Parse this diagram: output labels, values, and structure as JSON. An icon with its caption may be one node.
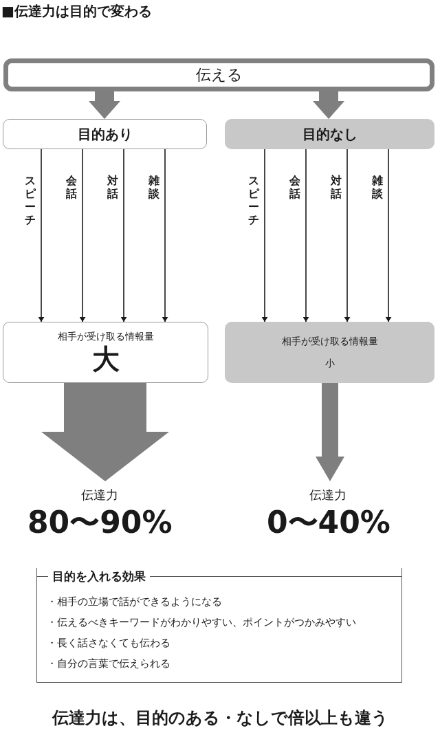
{
  "diagram": {
    "title": "■伝達力は目的で変わる",
    "caption": "伝達力は、目的のある・なしで倍以上も違う",
    "nodes": [
      {
        "text": [
          "伝える"
        ]
      },
      {
        "text": [
          "目的あり"
        ]
      },
      {
        "text": [
          "目的なし"
        ]
      },
      {
        "text": [
          "相手が受け取る情報量",
          "大"
        ]
      },
      {
        "text": [
          "相手が受け取る情報量",
          "小"
        ]
      },
      {
        "text": [
          "伝達力",
          "80〜90%"
        ]
      },
      {
        "text": [
          "伝達力",
          "0〜40%"
        ]
      },
      {
        "text": [
          "目的を入れる効果",
          "・相手の立場で話ができるようになる",
          "・伝えるべきキーワードがわかりやすい、ポイントがつかみやすい",
          "・長く話さなくても伝わる",
          "・自分の言葉で伝えられる"
        ]
      }
    ],
    "edges": [
      {
        "from": 0,
        "to": 1,
        "arrow": "to",
        "style": "thick",
        "color": "#7f7f7f"
      },
      {
        "from": 0,
        "to": 2,
        "arrow": "to",
        "style": "thick",
        "color": "#7f7f7f"
      },
      {
        "from": 1,
        "to": 3,
        "arrow": "to",
        "label": "スピーチ"
      },
      {
        "from": 1,
        "to": 3,
        "arrow": "to",
        "label": "会話"
      },
      {
        "from": 1,
        "to": 3,
        "arrow": "to",
        "label": "対話"
      },
      {
        "from": 1,
        "to": 3,
        "arrow": "to",
        "label": "雑談"
      },
      {
        "from": 2,
        "to": 4,
        "arrow": "to",
        "label": "スピーチ"
      },
      {
        "from": 2,
        "to": 4,
        "arrow": "to",
        "label": "会話"
      },
      {
        "from": 2,
        "to": 4,
        "arrow": "to",
        "label": "対話"
      },
      {
        "from": 2,
        "to": 4,
        "arrow": "to",
        "label": "雑談"
      },
      {
        "from": 3,
        "to": 5,
        "arrow": "to",
        "style": "thick",
        "color": "#7f7f7f"
      },
      {
        "from": 4,
        "to": 6,
        "arrow": "to",
        "style": "thick",
        "color": "#7f7f7f"
      }
    ]
  }
}
